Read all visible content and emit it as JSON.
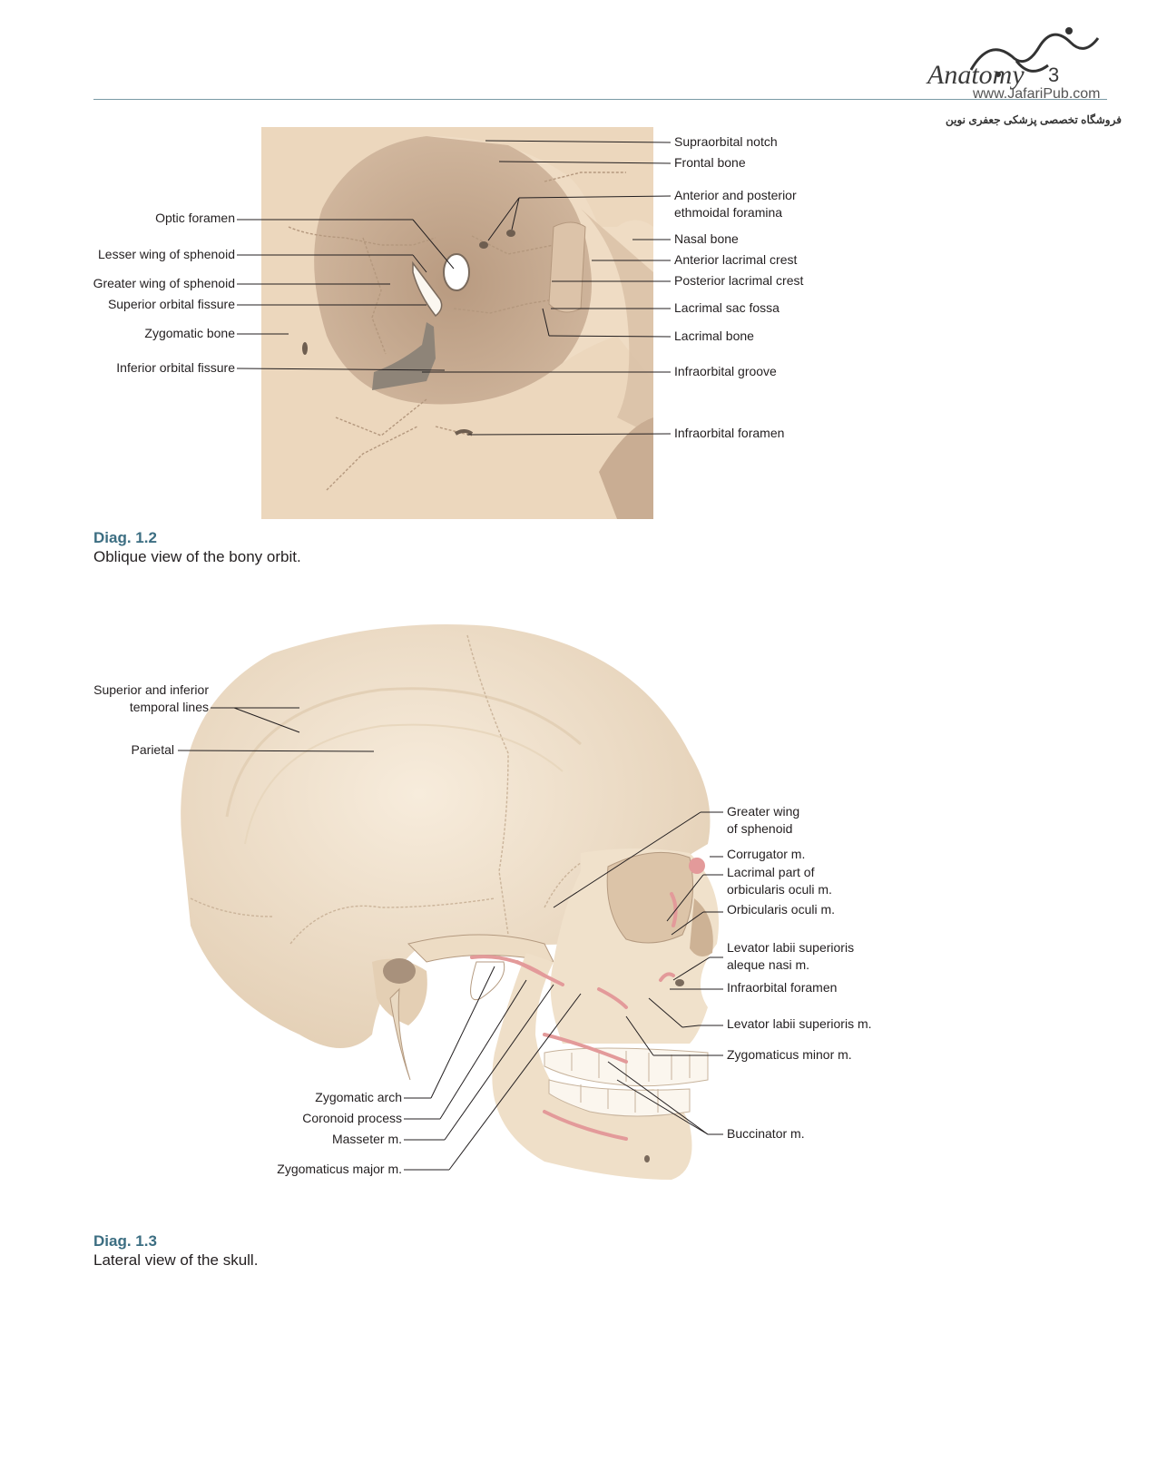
{
  "header": {
    "running_title": "Anatomy",
    "page_number": "3",
    "publisher_url": "www.JafariPub.com",
    "publisher_name_fa": "فروشگاه تخصصی پزشکی جعفری نوین"
  },
  "figure1": {
    "caption_number": "Diag. 1.2",
    "caption_text": "Oblique view of the bony orbit.",
    "labels": {
      "optic_foramen": "Optic foramen",
      "lesser_wing": "Lesser wing of sphenoid",
      "greater_wing": "Greater wing of sphenoid",
      "superior_orbital_fissure": "Superior orbital fissure",
      "zygomatic_bone": "Zygomatic bone",
      "inferior_orbital_fissure": "Inferior orbital fissure",
      "supraorbital_notch": "Supraorbital notch",
      "frontal_bone": "Frontal bone",
      "ethmoidal_foramina_1": "Anterior and posterior",
      "ethmoidal_foramina_2": "ethmoidal foramina",
      "nasal_bone": "Nasal bone",
      "anterior_lacrimal_crest": "Anterior lacrimal crest",
      "posterior_lacrimal_crest": "Posterior lacrimal crest",
      "lacrimal_sac_fossa": "Lacrimal sac fossa",
      "lacrimal_bone": "Lacrimal bone",
      "infraorbital_groove": "Infraorbital groove",
      "infraorbital_foramen": "Infraorbital foramen"
    }
  },
  "figure2": {
    "caption_number": "Diag. 1.3",
    "caption_text": "Lateral view of the skull.",
    "labels": {
      "temporal_lines_1": "Superior and inferior",
      "temporal_lines_2": "temporal lines",
      "parietal": "Parietal",
      "zygomatic_arch": "Zygomatic arch",
      "coronoid_process": "Coronoid process",
      "masseter": "Masseter m.",
      "zygomaticus_major": "Zygomaticus major m.",
      "greater_wing_1": "Greater wing",
      "greater_wing_2": "of sphenoid",
      "corrugator": "Corrugator m.",
      "lacrimal_part_1": "Lacrimal part of",
      "lacrimal_part_2": "orbicularis oculi m.",
      "orbicularis_oculi": "Orbicularis oculi m.",
      "levator_alaeque_1": "Levator labii superioris",
      "levator_alaeque_2": "aleque nasi m.",
      "infraorbital_foramen": "Infraorbital foramen",
      "levator_labii": "Levator labii superioris m.",
      "zygomaticus_minor": "Zygomaticus minor m.",
      "buccinator": "Buccinator m."
    }
  },
  "colors": {
    "bone": "#f1e3cf",
    "bone_shadow": "#ccb29a",
    "orbit_cavity": "#c2a48a",
    "fissure": "#8e8478",
    "muscle": "#e39a9a",
    "caption_accent": "#3c6e82"
  }
}
